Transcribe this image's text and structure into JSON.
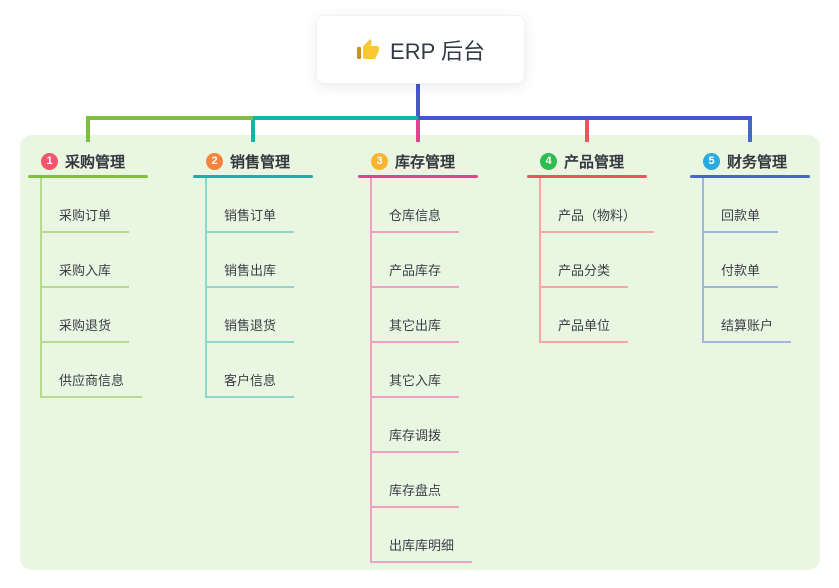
{
  "root": {
    "label": "ERP 后台",
    "icon": "thumbs-up-icon"
  },
  "branches": [
    {
      "num": "1",
      "title": "采购管理",
      "badge": "#f4566d",
      "accent": "#7fbf3f",
      "tint": "#b5da90",
      "children": [
        "采购订单",
        "采购入库",
        "采购退货",
        "供应商信息"
      ]
    },
    {
      "num": "2",
      "title": "销售管理",
      "badge": "#f5823d",
      "accent": "#16b2a5",
      "tint": "#8fd6cb",
      "children": [
        "销售订单",
        "销售出库",
        "销售退货",
        "客户信息"
      ]
    },
    {
      "num": "3",
      "title": "库存管理",
      "badge": "#f8b52d",
      "accent": "#e5418e",
      "tint": "#f09fc5",
      "children": [
        "仓库信息",
        "产品库存",
        "其它出库",
        "其它入库",
        "库存调拨",
        "库存盘点",
        "出库库明细"
      ]
    },
    {
      "num": "4",
      "title": "产品管理",
      "badge": "#2dbd51",
      "accent": "#f4515c",
      "tint": "#f6a6a3",
      "children": [
        "产品（物料）",
        "产品分类",
        "产品单位"
      ]
    },
    {
      "num": "5",
      "title": "财务管理",
      "badge": "#29abe2",
      "accent": "#4467c9",
      "tint": "#9fb4e0",
      "children": [
        "回款单",
        "付款单",
        "结算账户"
      ]
    }
  ],
  "connectors": {
    "stem": "#4558c7",
    "bus": [
      "#7fbf3f",
      "#16b2a5",
      "#4558c7"
    ],
    "drops": [
      "#7fbf3f",
      "#16b2a5",
      "#e5418e",
      "#f4515c",
      "#4467c9"
    ]
  },
  "colors": {
    "panel": "#e9f6e2",
    "card_text": "#333a45",
    "title_text": "#33383f",
    "child_text": "#3a3f46",
    "icon_gold": "#fac832",
    "icon_cuff": "#c98f2c"
  }
}
